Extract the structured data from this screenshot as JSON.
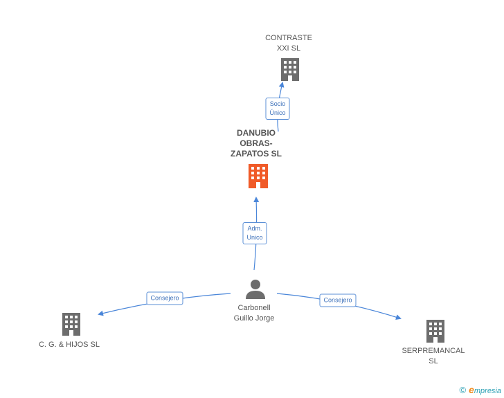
{
  "nodes": {
    "contraste": {
      "label": "CONTRASTE\nXXI SL",
      "icon": "building-icon",
      "color": "#6d6d6d"
    },
    "danubio": {
      "label": "DANUBIO\nOBRAS-\nZAPATOS SL",
      "icon": "building-icon",
      "color": "#f05a28"
    },
    "person": {
      "label": "Carbonell\nGuillo Jorge",
      "icon": "person-icon",
      "color": "#6d6d6d"
    },
    "cg": {
      "label": "C. G. & HIJOS SL",
      "icon": "building-icon",
      "color": "#6d6d6d"
    },
    "serpremancal": {
      "label": "SERPREMANCAL SL",
      "icon": "building-icon",
      "color": "#6d6d6d"
    }
  },
  "edges": {
    "socio": {
      "label": "Socio\nÚnico"
    },
    "adm": {
      "label": "Adm.\nUnico"
    },
    "consejero_left": {
      "label": "Consejero"
    },
    "consejero_right": {
      "label": "Consejero"
    }
  },
  "colors": {
    "edge": "#4a86d9",
    "edge_label_border": "#5b8fd6"
  },
  "brand": {
    "copyright": "©",
    "initial": "e",
    "rest": "mpresia"
  }
}
